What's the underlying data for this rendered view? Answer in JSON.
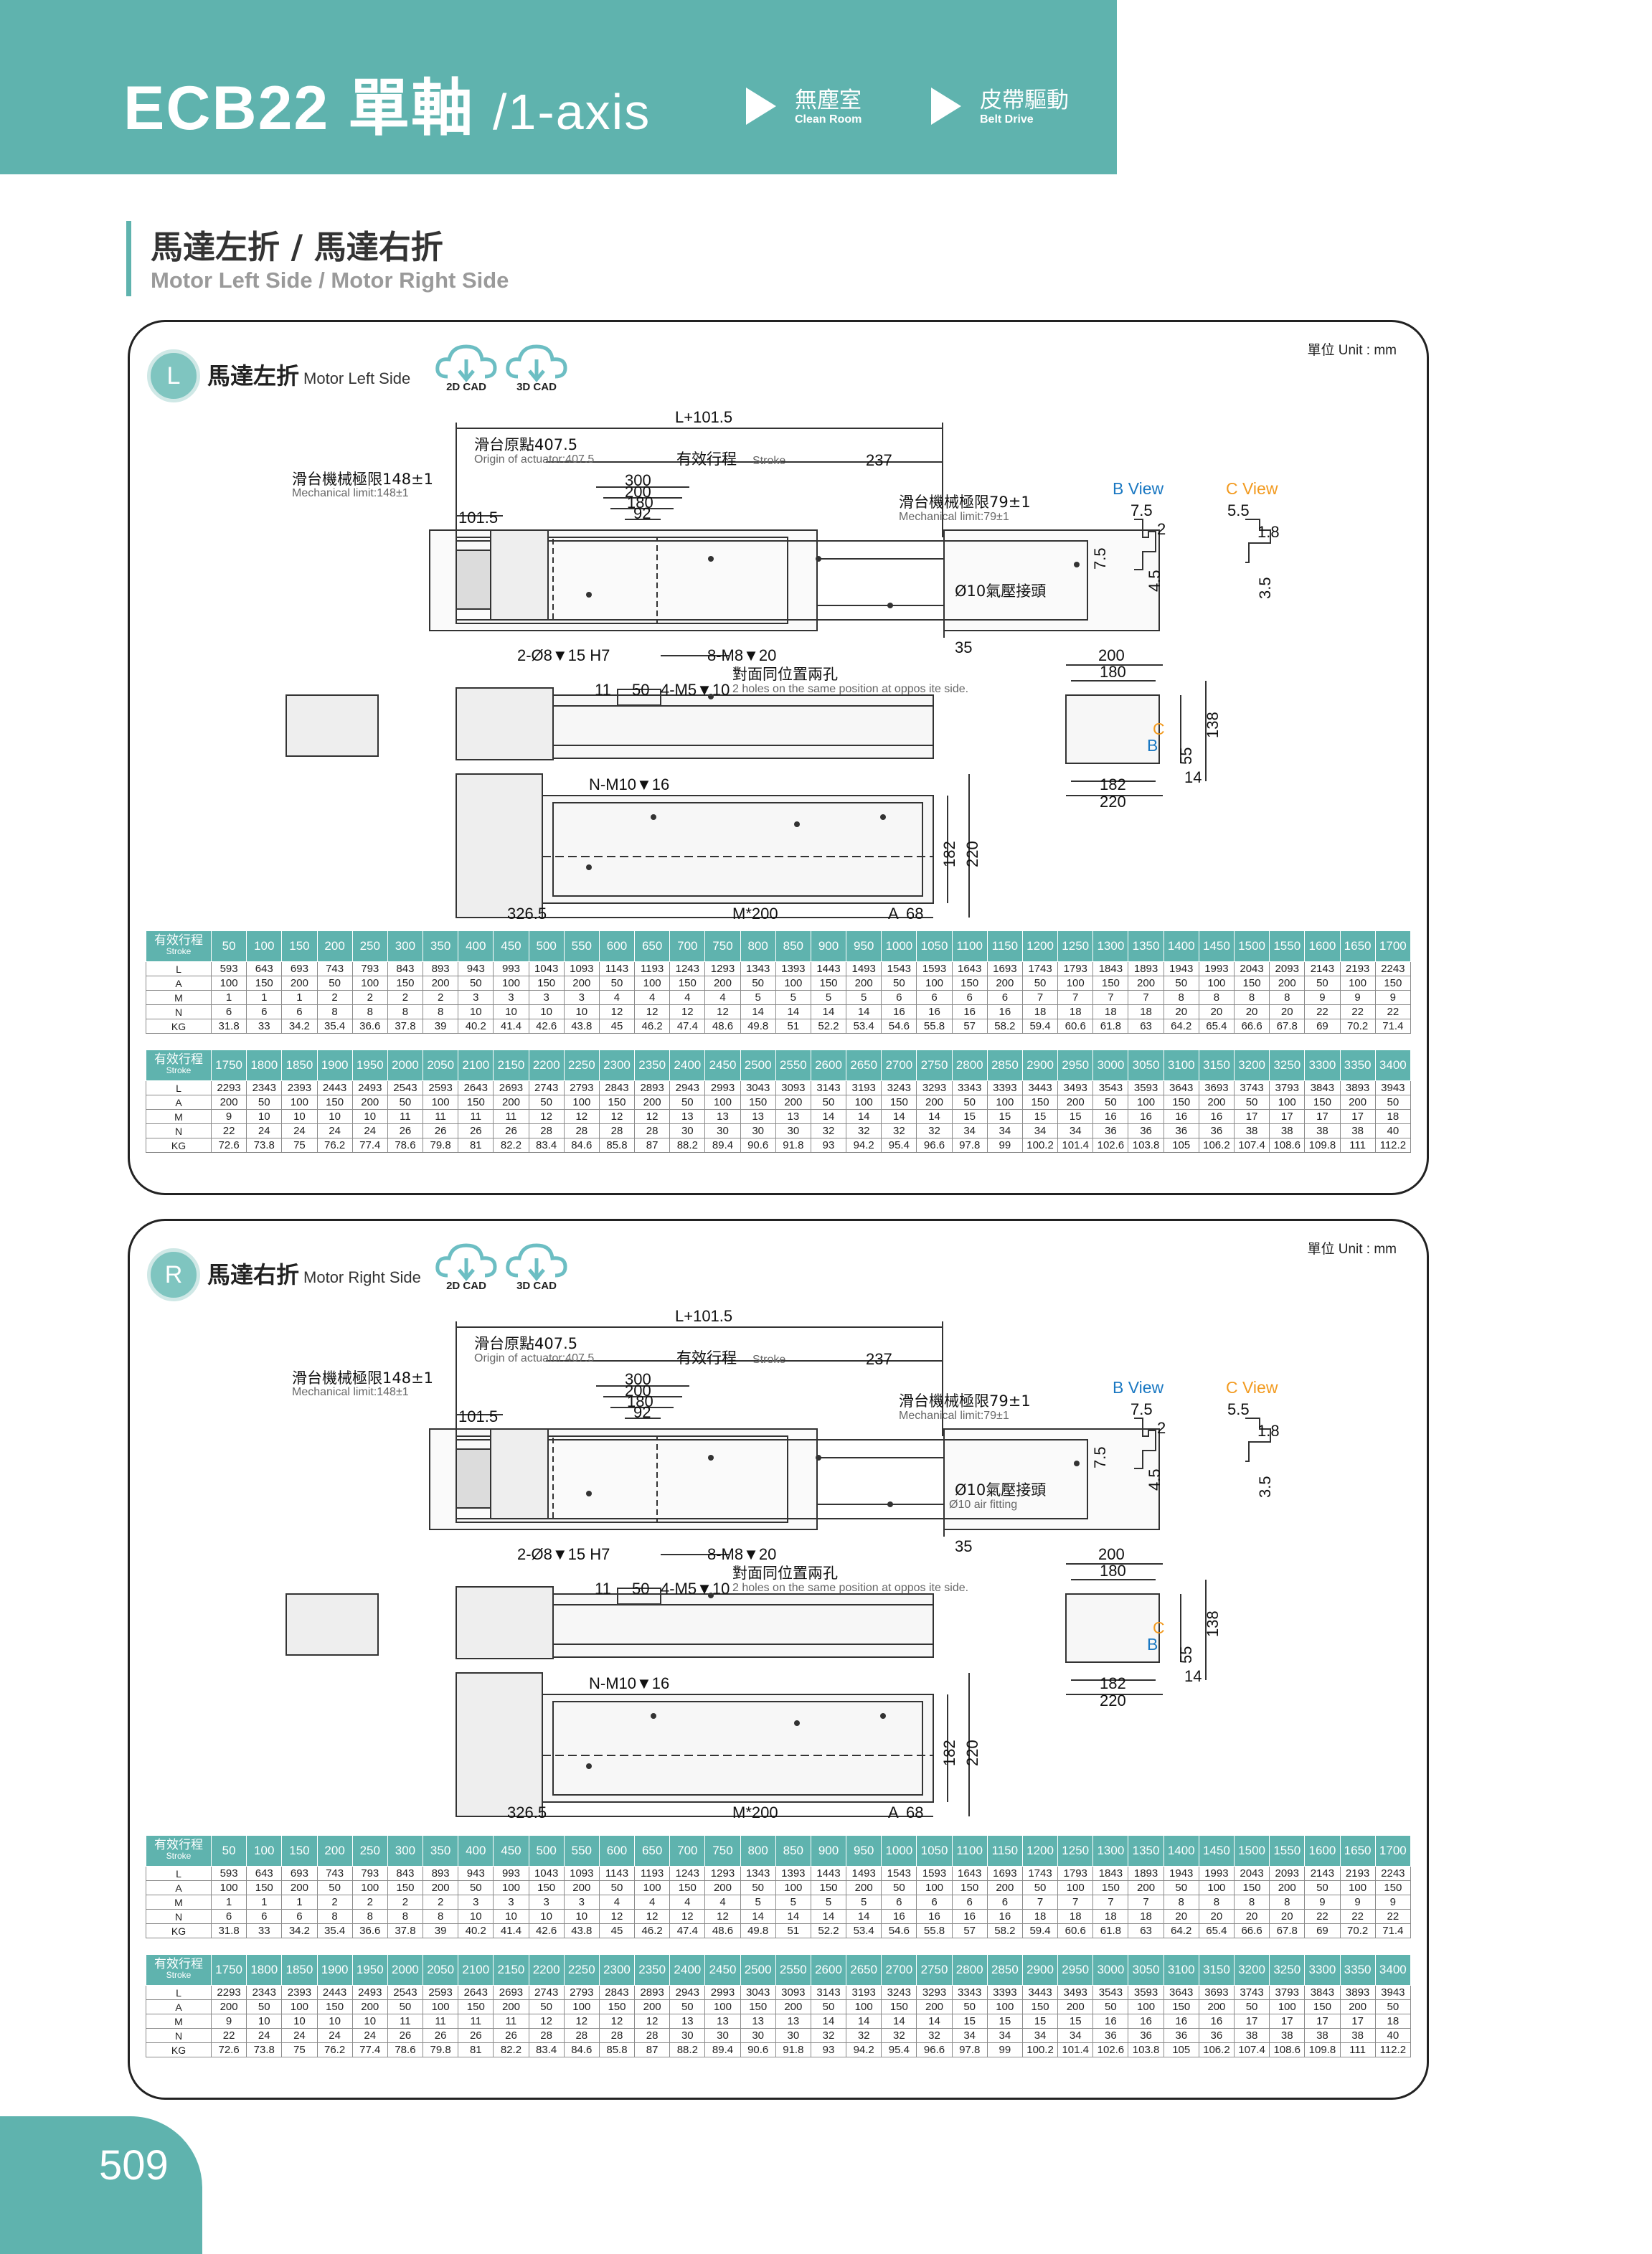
{
  "header": {
    "model": "ECB22",
    "axis_zh": "單軸",
    "axis_en": "/1-axis",
    "tags": [
      {
        "zh": "無塵室",
        "en": "Clean Room"
      },
      {
        "zh": "皮帶驅動",
        "en": "Belt Drive"
      }
    ]
  },
  "section": {
    "title_zh": "馬達左折 / 馬達右折",
    "title_en": "Motor Left Side / Motor Right Side"
  },
  "panels": [
    {
      "id": "left",
      "badge": "L",
      "title_zh": "馬達左折",
      "title_en": "Motor Left Side",
      "unit": "單位 Unit : mm",
      "cad": [
        "2D CAD",
        "3D CAD"
      ],
      "labels": {
        "overall": "L+101.5",
        "origin_zh": "滑台原點407.5",
        "origin_en": "Origin of actuator:407.5",
        "stroke_zh": "有效行程",
        "stroke_en": "Stroke",
        "d237": "237",
        "mech_left_zh": "滑台機械極限148±1",
        "mech_left_en": "Mechanical limit:148±1",
        "mech_right_zh": "滑台機械極限79±1",
        "mech_right_en": "Mechanical limit:79±1",
        "d300": "300",
        "d200": "200",
        "d180": "180",
        "d92": "92",
        "d101": "101.5",
        "air_zh": "Ø10氣壓接頭",
        "air_en": "",
        "d35": "35",
        "pin": "2-Ø8▼15 H7",
        "m8": "8-M8▼20",
        "opp_zh": "對面同位置兩孔",
        "opp_en": "2 holes on the same position at oppos ite side.",
        "d11": "11",
        "d50": "50",
        "m5": "4-M5▼10",
        "m10": "N-M10▼16",
        "d326": "326.5",
        "mpitch": "M*200",
        "a": "A",
        "d68": "68",
        "d182v": "182",
        "d220v": "220",
        "end_200": "200",
        "end_180": "180",
        "end_182": "182",
        "end_220": "220",
        "end_14": "14",
        "end_55": "55",
        "end_138": "138",
        "b_view": "B View",
        "c_view": "C View",
        "b_75": "7.5",
        "b_2": "2",
        "b_75v": "7.5",
        "b_45": "4.5",
        "c_55": "5.5",
        "c_18": "1.8",
        "c_35": "3.5",
        "mark_c": "C",
        "mark_b": "B"
      }
    },
    {
      "id": "right",
      "badge": "R",
      "title_zh": "馬達右折",
      "title_en": "Motor Right Side",
      "unit": "單位 Unit : mm",
      "cad": [
        "2D CAD",
        "3D CAD"
      ],
      "labels": {
        "overall": "L+101.5",
        "origin_zh": "滑台原點407.5",
        "origin_en": "Origin of actuator:407.5",
        "stroke_zh": "有效行程",
        "stroke_en": "Stroke",
        "d237": "237",
        "mech_left_zh": "滑台機械極限148±1",
        "mech_left_en": "Mechanical limit:148±1",
        "mech_right_zh": "滑台機械極限79±1",
        "mech_right_en": "Mechanical limit:79±1",
        "d300": "300",
        "d200": "200",
        "d180": "180",
        "d92": "92",
        "d101": "101.5",
        "air_zh": "Ø10氣壓接頭",
        "air_en": "Ø10 air fitting",
        "d35": "35",
        "pin": "2-Ø8▼15 H7",
        "m8": "8-M8▼20",
        "opp_zh": "對面同位置兩孔",
        "opp_en": "2 holes on the same position at oppos ite side.",
        "d11": "11",
        "d50": "50",
        "m5": "4-M5▼10",
        "m10": "N-M10▼16",
        "d326": "326.5",
        "mpitch": "M*200",
        "a": "A",
        "d68": "68",
        "d182v": "182",
        "d220v": "220",
        "end_200": "200",
        "end_180": "180",
        "end_182": "182",
        "end_220": "220",
        "end_14": "14",
        "end_55": "55",
        "end_138": "138",
        "b_view": "B View",
        "c_view": "C View",
        "b_75": "7.5",
        "b_2": "2",
        "b_75v": "7.5",
        "b_45": "4.5",
        "c_55": "5.5",
        "c_18": "1.8",
        "c_35": "3.5",
        "mark_c": "C",
        "mark_b": "B"
      }
    }
  ],
  "spec_table": {
    "stroke_label_zh": "有效行程",
    "stroke_label_en": "Stroke",
    "row_labels": [
      "L",
      "A",
      "M",
      "N",
      "KG"
    ],
    "blocks": [
      {
        "strokes": [
          "50",
          "100",
          "150",
          "200",
          "250",
          "300",
          "350",
          "400",
          "450",
          "500",
          "550",
          "600",
          "650",
          "700",
          "750",
          "800",
          "850",
          "900",
          "950",
          "1000",
          "1050",
          "1100",
          "1150",
          "1200",
          "1250",
          "1300",
          "1350",
          "1400",
          "1450",
          "1500",
          "1550",
          "1600",
          "1650",
          "1700"
        ],
        "L": [
          "593",
          "643",
          "693",
          "743",
          "793",
          "843",
          "893",
          "943",
          "993",
          "1043",
          "1093",
          "1143",
          "1193",
          "1243",
          "1293",
          "1343",
          "1393",
          "1443",
          "1493",
          "1543",
          "1593",
          "1643",
          "1693",
          "1743",
          "1793",
          "1843",
          "1893",
          "1943",
          "1993",
          "2043",
          "2093",
          "2143",
          "2193",
          "2243"
        ],
        "A": [
          "100",
          "150",
          "200",
          "50",
          "100",
          "150",
          "200",
          "50",
          "100",
          "150",
          "200",
          "50",
          "100",
          "150",
          "200",
          "50",
          "100",
          "150",
          "200",
          "50",
          "100",
          "150",
          "200",
          "50",
          "100",
          "150",
          "200",
          "50",
          "100",
          "150",
          "200",
          "50",
          "100",
          "150"
        ],
        "M": [
          "1",
          "1",
          "1",
          "2",
          "2",
          "2",
          "2",
          "3",
          "3",
          "3",
          "3",
          "4",
          "4",
          "4",
          "4",
          "5",
          "5",
          "5",
          "5",
          "6",
          "6",
          "6",
          "6",
          "7",
          "7",
          "7",
          "7",
          "8",
          "8",
          "8",
          "8",
          "9",
          "9",
          "9"
        ],
        "N": [
          "6",
          "6",
          "6",
          "8",
          "8",
          "8",
          "8",
          "10",
          "10",
          "10",
          "10",
          "12",
          "12",
          "12",
          "12",
          "14",
          "14",
          "14",
          "14",
          "16",
          "16",
          "16",
          "16",
          "18",
          "18",
          "18",
          "18",
          "20",
          "20",
          "20",
          "20",
          "22",
          "22",
          "22"
        ],
        "KG": [
          "31.8",
          "33",
          "34.2",
          "35.4",
          "36.6",
          "37.8",
          "39",
          "40.2",
          "41.4",
          "42.6",
          "43.8",
          "45",
          "46.2",
          "47.4",
          "48.6",
          "49.8",
          "51",
          "52.2",
          "53.4",
          "54.6",
          "55.8",
          "57",
          "58.2",
          "59.4",
          "60.6",
          "61.8",
          "63",
          "64.2",
          "65.4",
          "66.6",
          "67.8",
          "69",
          "70.2",
          "71.4"
        ]
      },
      {
        "strokes": [
          "1750",
          "1800",
          "1850",
          "1900",
          "1950",
          "2000",
          "2050",
          "2100",
          "2150",
          "2200",
          "2250",
          "2300",
          "2350",
          "2400",
          "2450",
          "2500",
          "2550",
          "2600",
          "2650",
          "2700",
          "2750",
          "2800",
          "2850",
          "2900",
          "2950",
          "3000",
          "3050",
          "3100",
          "3150",
          "3200",
          "3250",
          "3300",
          "3350",
          "3400"
        ],
        "L": [
          "2293",
          "2343",
          "2393",
          "2443",
          "2493",
          "2543",
          "2593",
          "2643",
          "2693",
          "2743",
          "2793",
          "2843",
          "2893",
          "2943",
          "2993",
          "3043",
          "3093",
          "3143",
          "3193",
          "3243",
          "3293",
          "3343",
          "3393",
          "3443",
          "3493",
          "3543",
          "3593",
          "3643",
          "3693",
          "3743",
          "3793",
          "3843",
          "3893",
          "3943"
        ],
        "A": [
          "200",
          "50",
          "100",
          "150",
          "200",
          "50",
          "100",
          "150",
          "200",
          "50",
          "100",
          "150",
          "200",
          "50",
          "100",
          "150",
          "200",
          "50",
          "100",
          "150",
          "200",
          "50",
          "100",
          "150",
          "200",
          "50",
          "100",
          "150",
          "200",
          "50",
          "100",
          "150",
          "200",
          "50"
        ],
        "M": [
          "9",
          "10",
          "10",
          "10",
          "10",
          "11",
          "11",
          "11",
          "11",
          "12",
          "12",
          "12",
          "12",
          "13",
          "13",
          "13",
          "13",
          "14",
          "14",
          "14",
          "14",
          "15",
          "15",
          "15",
          "15",
          "16",
          "16",
          "16",
          "16",
          "17",
          "17",
          "17",
          "17",
          "18"
        ],
        "N": [
          "22",
          "24",
          "24",
          "24",
          "24",
          "26",
          "26",
          "26",
          "26",
          "28",
          "28",
          "28",
          "28",
          "30",
          "30",
          "30",
          "30",
          "32",
          "32",
          "32",
          "32",
          "34",
          "34",
          "34",
          "34",
          "36",
          "36",
          "36",
          "36",
          "38",
          "38",
          "38",
          "38",
          "40"
        ],
        "KG": [
          "72.6",
          "73.8",
          "75",
          "76.2",
          "77.4",
          "78.6",
          "79.8",
          "81",
          "82.2",
          "83.4",
          "84.6",
          "85.8",
          "87",
          "88.2",
          "89.4",
          "90.6",
          "91.8",
          "93",
          "94.2",
          "95.4",
          "96.6",
          "97.8",
          "99",
          "100.2",
          "101.4",
          "102.6",
          "103.8",
          "105",
          "106.2",
          "107.4",
          "108.6",
          "109.8",
          "111",
          "112.2"
        ]
      }
    ]
  },
  "page_number": "509",
  "colors": {
    "accent": "#5fb3ae",
    "cad_icon": "#6cbec3",
    "b_view": "#1a78c2",
    "c_view": "#f29a1f"
  }
}
